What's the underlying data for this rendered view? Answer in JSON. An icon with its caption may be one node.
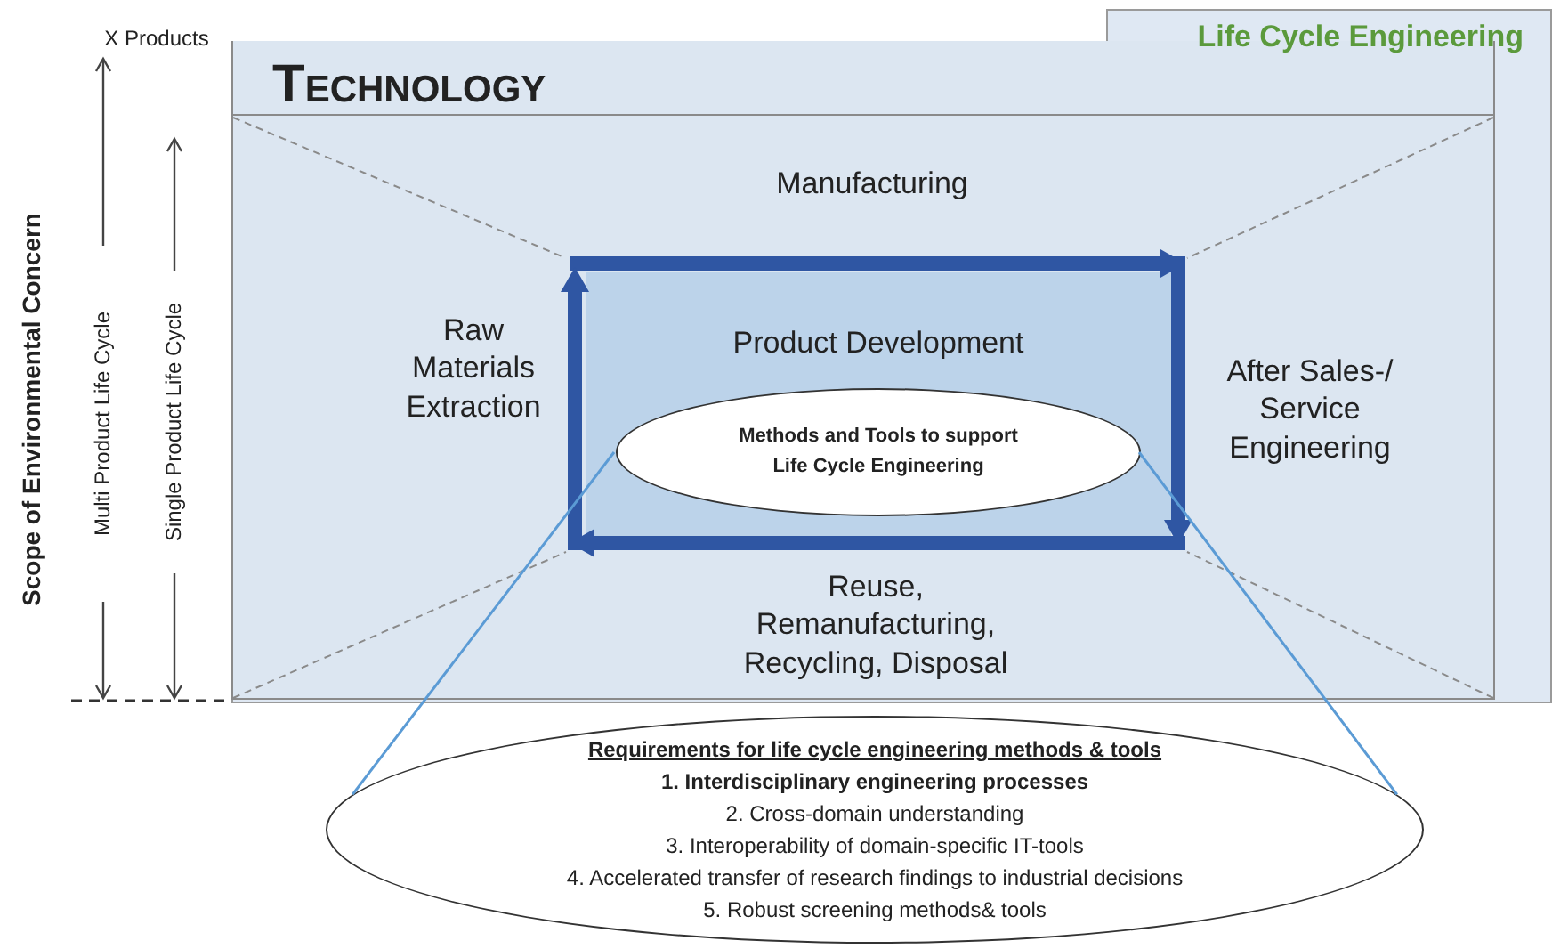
{
  "diagram": {
    "nodes": [
      {
        "text": [
          "Life Cycle Engineering"
        ]
      },
      {
        "text": [
          "TECHNOLOGY"
        ],
        "in": 0
      },
      {
        "text": [
          "Product Development"
        ],
        "in": 1
      },
      {
        "text": [
          "Methods and Tools to support Life Cycle Engineering"
        ],
        "in": 2
      },
      {
        "text": [
          "Requirements for life cycle engineering methods & tools",
          "1. Interdisciplinary engineering processes",
          "2. Cross-domain understanding",
          "3. Interoperability of domain-specific IT-tools",
          "4. Accelerated transfer of research findings to industrial decisions",
          "5. Robust screening methods& tools"
        ]
      }
    ],
    "edges": [
      {
        "from": 3,
        "to": 4,
        "arrow": "none",
        "color": "#5b9bd5"
      },
      {
        "from": 3,
        "to": 4,
        "arrow": "none",
        "color": "#5b9bd5"
      }
    ],
    "labels": [
      "X Products",
      "Scope of Environmental Concern",
      "Multi Product Life Cycle",
      "Single Product Life Cycle",
      "Manufacturing",
      "Raw Materials Extraction",
      "After Sales-/ Service Engineering",
      "Reuse, Remanufacturing, Recycling, Disposal"
    ]
  }
}
